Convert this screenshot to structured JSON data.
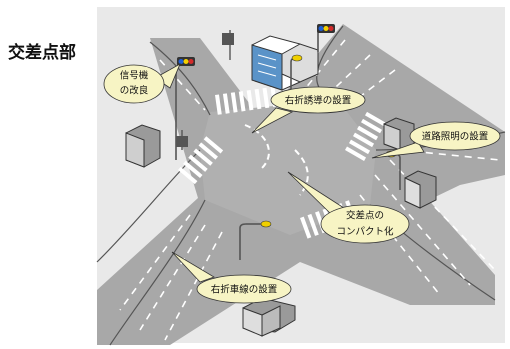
{
  "side_title": "交差点部",
  "callouts": {
    "signal": [
      "信号機",
      "の改良"
    ],
    "right_turn_guide": "右折誘導の設置",
    "street_light": "道路照明の設置",
    "compact": [
      "交差点の",
      "コンパクト化"
    ],
    "right_turn_lane": "右折車線の設置"
  },
  "colors": {
    "panel": "#e9e9e9",
    "road": "#a8a8a8",
    "road_edge": "#555555",
    "marking": "#ffffff",
    "callout_fill": "#f7f4c4",
    "lamp": "#f0d000",
    "building": "#5a93c8"
  }
}
